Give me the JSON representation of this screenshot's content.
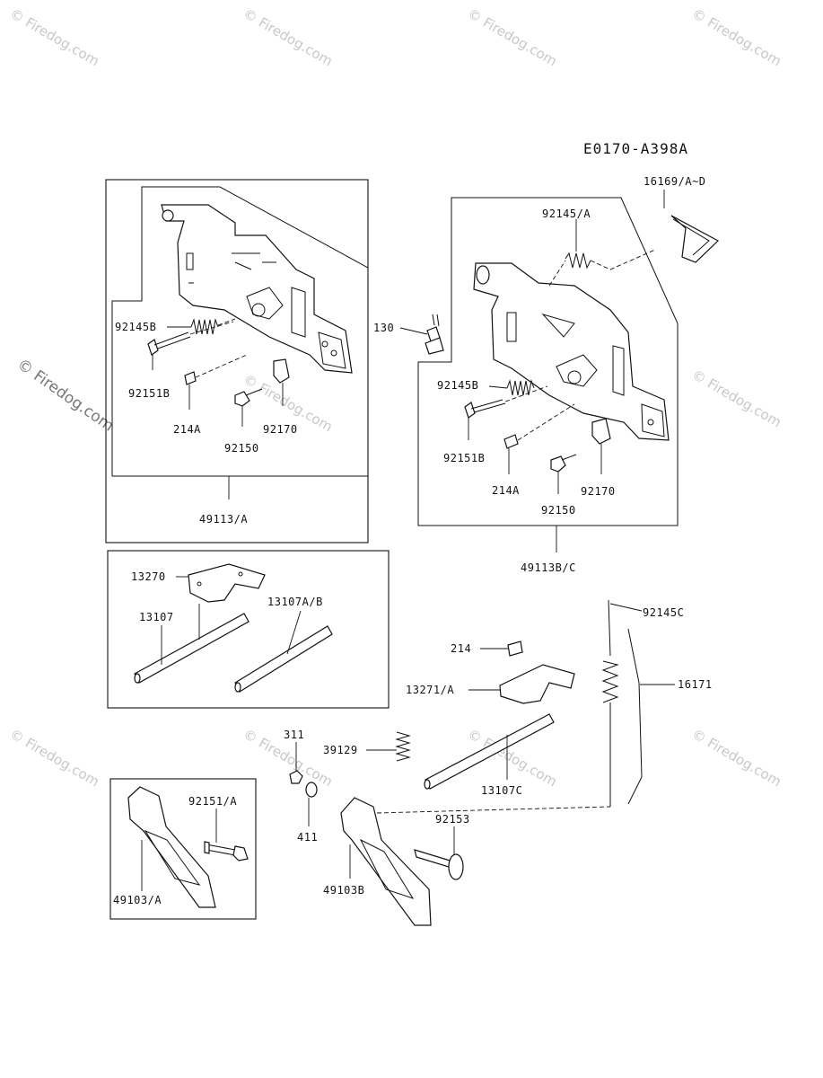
{
  "diagram": {
    "code": "E0170-A398A",
    "watermark": "© Firedog.com",
    "labels": {
      "p16169": "16169/A~D",
      "p92145a": "92145/A",
      "p130": "130",
      "p92145b_left": "92145B",
      "p92151b_left": "92151B",
      "p214a_left": "214A",
      "p92170_left": "92170",
      "p92150_left": "92150",
      "p49113a": "49113/A",
      "p92145b_right": "92145B",
      "p92151b_right": "92151B",
      "p214a_right": "214A",
      "p92170_right": "92170",
      "p92150_right": "92150",
      "p49113bc": "49113B/C",
      "p13270": "13270",
      "p13107": "13107",
      "p13107ab": "13107A/B",
      "p214": "214",
      "p92145c": "92145C",
      "p13271a": "13271/A",
      "p16171": "16171",
      "p311": "311",
      "p39129": "39129",
      "p13107c": "13107C",
      "p92151a": "92151/A",
      "p411": "411",
      "p92153": "92153",
      "p49103a": "49103/A",
      "p49103b": "49103B"
    }
  }
}
